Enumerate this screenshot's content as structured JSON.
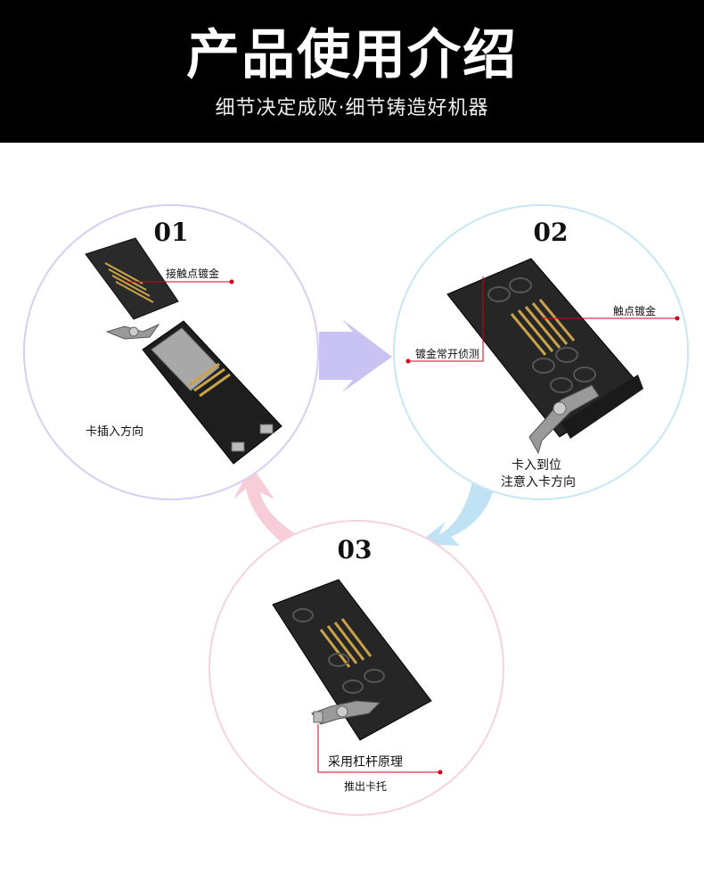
{
  "header": {
    "title": "产品使用介绍",
    "subtitle": "细节决定成败·细节铸造好机器"
  },
  "steps": [
    {
      "number": "01",
      "callout": "接触点镀金",
      "note": "卡插入方向"
    },
    {
      "number": "02",
      "callout_right": "触点镀金",
      "callout_left": "镀金常开侦测",
      "note_line1": "卡入到位",
      "note_line2": "注意入卡方向"
    },
    {
      "number": "03",
      "note_line1": "采用杠杆原理",
      "note_line2": "推出卡托"
    }
  ],
  "colors": {
    "header_bg": "#000000",
    "arrow_purple": "#c9c3f3",
    "arrow_blue": "#bfe3f5",
    "arrow_pink": "#f6cdd8",
    "callout_red": "#d0021b",
    "pcb": "#222222",
    "gold": "#c9a24a"
  }
}
